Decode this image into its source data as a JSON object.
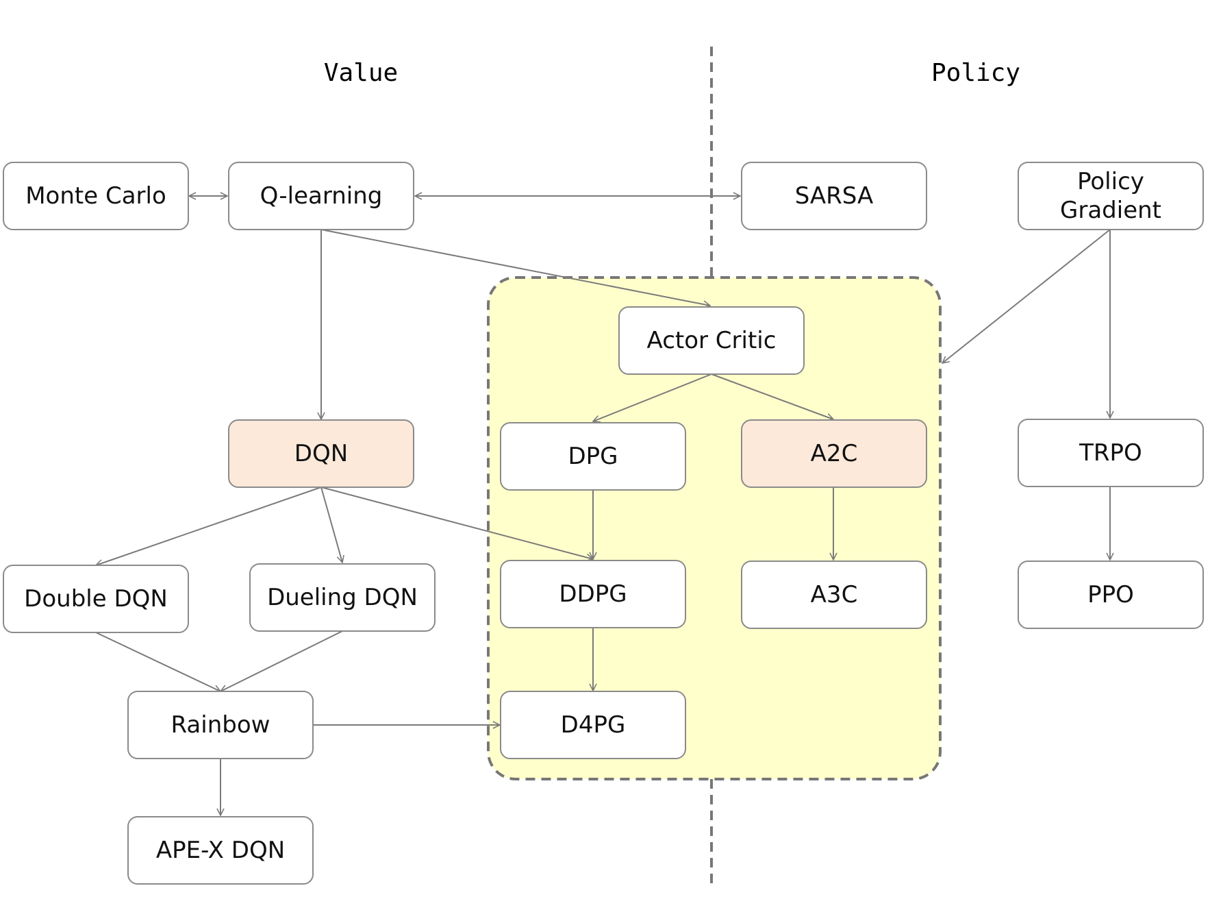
{
  "headers": {
    "value": "Value",
    "policy": "Policy"
  },
  "colors": {
    "node_fill": "#ffffff",
    "highlight_fill": "#fce9da",
    "group_fill": "#ffffcc",
    "border": "#8a8a8a",
    "edge": "#7a7a7a",
    "divider": "#777777"
  },
  "nodes": {
    "monte_carlo": {
      "label": "Monte Carlo",
      "highlight": false
    },
    "q_learning": {
      "label": "Q-learning",
      "highlight": false
    },
    "sarsa": {
      "label": "SARSA",
      "highlight": false
    },
    "policy_gradient": {
      "label_line1": "Policy",
      "label_line2": "Gradient",
      "highlight": false
    },
    "actor_critic": {
      "label": "Actor Critic",
      "highlight": false
    },
    "dqn": {
      "label": "DQN",
      "highlight": true
    },
    "dpg": {
      "label": "DPG",
      "highlight": false
    },
    "a2c": {
      "label": "A2C",
      "highlight": true
    },
    "trpo": {
      "label": "TRPO",
      "highlight": false
    },
    "double_dqn": {
      "label": "Double DQN",
      "highlight": false
    },
    "dueling_dqn": {
      "label": "Dueling DQN",
      "highlight": false
    },
    "ddpg": {
      "label": "DDPG",
      "highlight": false
    },
    "a3c": {
      "label": "A3C",
      "highlight": false
    },
    "ppo": {
      "label": "PPO",
      "highlight": false
    },
    "rainbow": {
      "label": "Rainbow",
      "highlight": false
    },
    "d4pg": {
      "label": "D4PG",
      "highlight": false
    },
    "ape_x_dqn": {
      "label": "APE-X DQN",
      "highlight": false
    }
  },
  "edges": [
    {
      "from": "monte_carlo",
      "to": "q_learning",
      "bidirectional": true
    },
    {
      "from": "q_learning",
      "to": "sarsa",
      "bidirectional": true
    },
    {
      "from": "q_learning",
      "to": "dqn",
      "bidirectional": false
    },
    {
      "from": "q_learning",
      "to": "actor_critic",
      "bidirectional": false
    },
    {
      "from": "policy_gradient",
      "to": "actor_critic_group",
      "bidirectional": false
    },
    {
      "from": "policy_gradient",
      "to": "trpo",
      "bidirectional": false
    },
    {
      "from": "actor_critic",
      "to": "dpg",
      "bidirectional": false
    },
    {
      "from": "actor_critic",
      "to": "a2c",
      "bidirectional": false
    },
    {
      "from": "dqn",
      "to": "double_dqn",
      "bidirectional": false
    },
    {
      "from": "dqn",
      "to": "dueling_dqn",
      "bidirectional": false
    },
    {
      "from": "dqn",
      "to": "ddpg",
      "bidirectional": false
    },
    {
      "from": "dpg",
      "to": "ddpg",
      "bidirectional": false
    },
    {
      "from": "a2c",
      "to": "a3c",
      "bidirectional": false
    },
    {
      "from": "trpo",
      "to": "ppo",
      "bidirectional": false
    },
    {
      "from": "double_dqn",
      "to": "rainbow",
      "bidirectional": false
    },
    {
      "from": "dueling_dqn",
      "to": "rainbow",
      "bidirectional": false
    },
    {
      "from": "ddpg",
      "to": "d4pg",
      "bidirectional": false
    },
    {
      "from": "rainbow",
      "to": "d4pg",
      "bidirectional": false
    },
    {
      "from": "rainbow",
      "to": "ape_x_dqn",
      "bidirectional": false
    }
  ]
}
